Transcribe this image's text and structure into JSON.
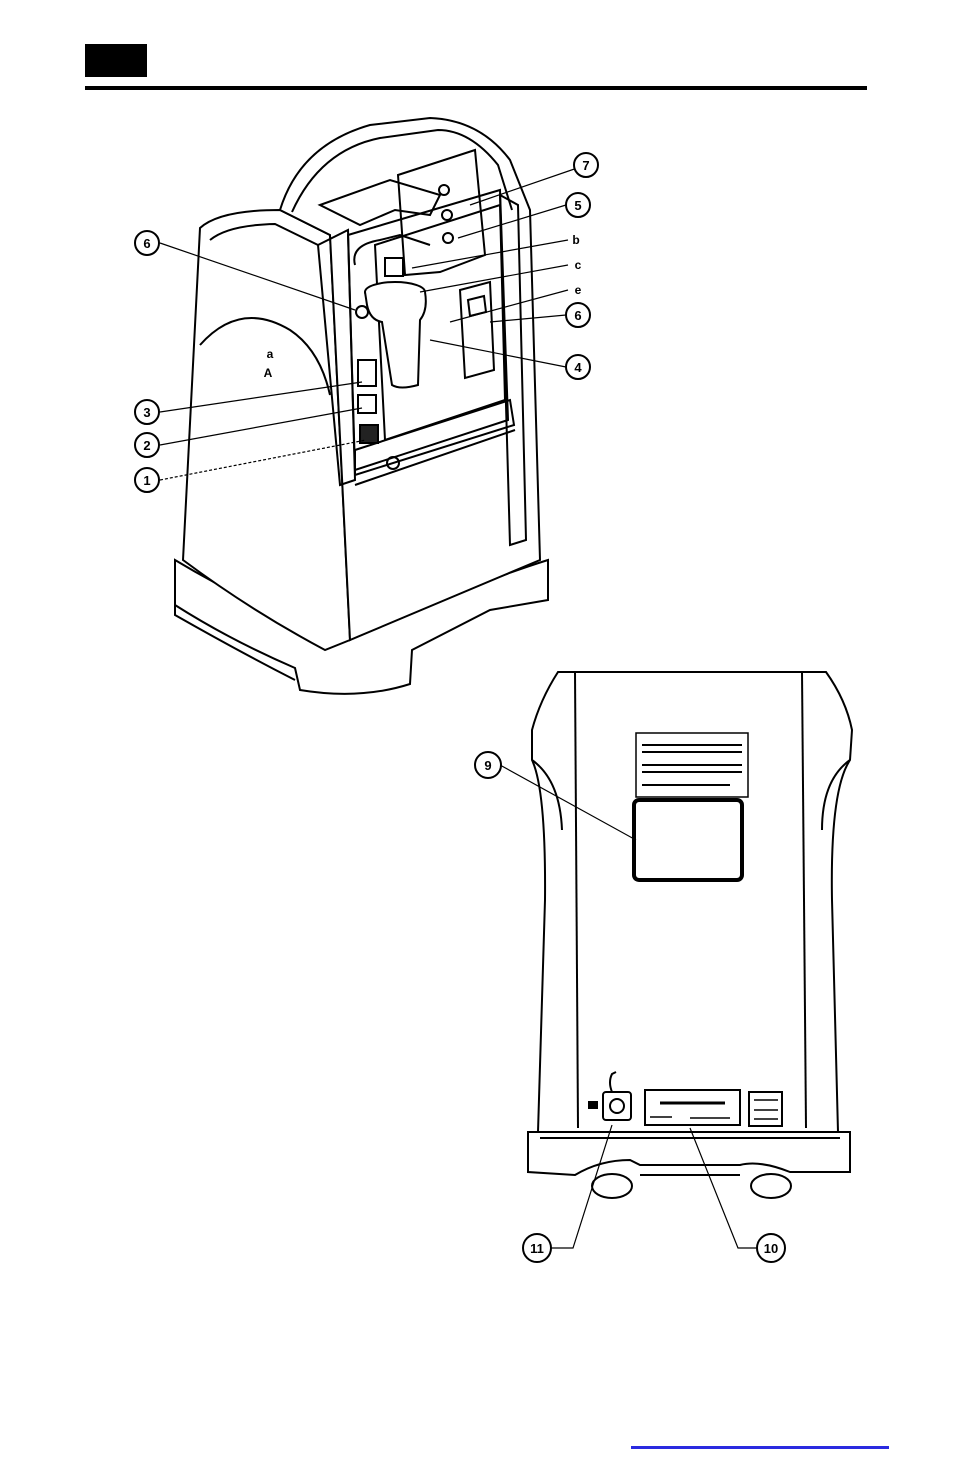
{
  "header": {
    "block_color": "#000000",
    "rule_color": "#000000"
  },
  "callouts": {
    "c1": "1",
    "c2": "2",
    "c3": "3",
    "c4": "4",
    "c5": "5",
    "c6_front": "6",
    "c6_side": "6",
    "c7": "7",
    "c9": "9",
    "c10": "10",
    "c11": "11"
  },
  "letters": {
    "b": "b",
    "c": "c",
    "e": "e",
    "a": "a",
    "A": "A"
  },
  "footer": {
    "link_color": "#2a2ae0"
  }
}
